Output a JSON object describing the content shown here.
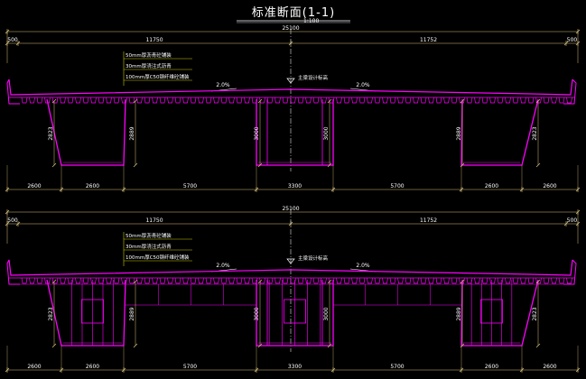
{
  "title": "标准断面(1-1)",
  "scale": "1:100",
  "colors": {
    "background": "#000000",
    "structure": "#ff00ff",
    "dimension": "#d8c27a",
    "text": "#ffffff",
    "leader": "#c8c800",
    "centerline": "#e0e0e0"
  },
  "top_dims": {
    "total": "25100",
    "parts": [
      "500",
      "11750",
      "11752",
      "500"
    ]
  },
  "layers": [
    "50mm厚沥青砼铺装",
    "30mm厚浇注式沥青",
    "100mm厚C50钢纤维砼铺装"
  ],
  "centerline_label": "主梁设计标高",
  "slopes": [
    "2.0%",
    "2.0%"
  ],
  "heights_section1": [
    "2823",
    "2889",
    "3000",
    "3000",
    "2889",
    "2823"
  ],
  "heights_section2": [
    "2823",
    "2889",
    "3000",
    "3000",
    "2889",
    "2823"
  ],
  "bottom_dims": [
    "2600",
    "2600",
    "5700",
    "3300",
    "5700",
    "2600",
    "2600"
  ]
}
